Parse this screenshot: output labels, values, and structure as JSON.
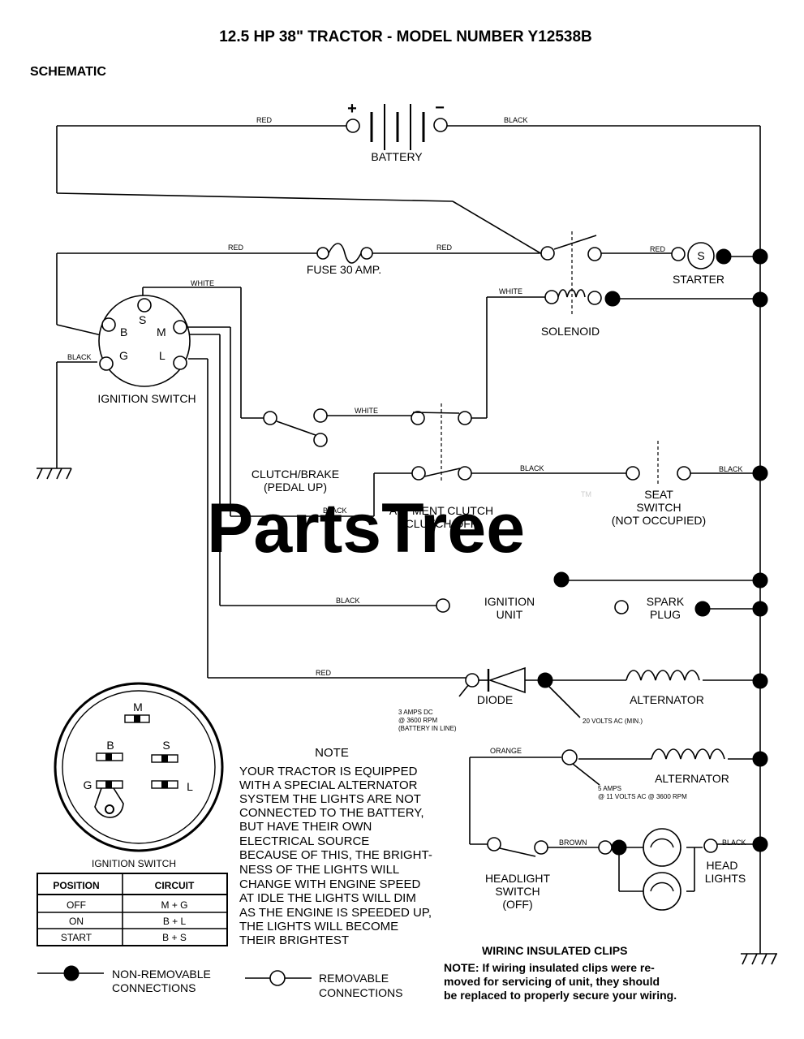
{
  "title": "12.5 HP 38\" TRACTOR - MODEL NUMBER Y12538B",
  "section": "SCHEMATIC",
  "watermark": "PartsTree",
  "trademark": "TM",
  "components": {
    "battery": "BATTERY",
    "battery_plus": "+",
    "battery_minus": "−",
    "fuse": "FUSE 30 AMP.",
    "solenoid": "SOLENOID",
    "starter": "STARTER",
    "starter_symbol": "S",
    "ignition_switch": "IGNITION SWITCH",
    "clutch_brake_1": "CLUTCH/BRAKE",
    "clutch_brake_2": "(PEDAL UP)",
    "attment_1": "ATT'MENT CLUTCH",
    "attment_2": "(CLUTCH OFF)",
    "seat_1": "SEAT",
    "seat_2": "SWITCH",
    "seat_3": "(NOT OCCUPIED)",
    "ignition_unit_1": "IGNITION",
    "ignition_unit_2": "UNIT",
    "spark_plug_1": "SPARK",
    "spark_plug_2": "PLUG",
    "diode": "DIODE",
    "alternator_1": "ALTERNATOR",
    "alternator_2": "ALTERNATOR",
    "headlight_switch_1": "HEADLIGHT",
    "headlight_switch_2": "SWITCH",
    "headlight_switch_3": "(OFF)",
    "head_lights_1": "HEAD",
    "head_lights_2": "LIGHTS"
  },
  "terminals": {
    "B": "B",
    "S": "S",
    "M": "M",
    "G": "G",
    "L": "L"
  },
  "wire_labels": {
    "red_battery": "RED",
    "black_battery": "BLACK",
    "red_fuse_left": "RED",
    "red_fuse_right": "RED",
    "red_starter": "RED",
    "white_ign": "WHITE",
    "white_solenoid": "WHITE",
    "black_ground": "BLACK",
    "white_clutch": "WHITE",
    "black_attment": "BLACK",
    "black_seat_left": "BLACK",
    "black_seat_right": "BLACK",
    "black_ignition_unit": "BLACK",
    "red_diode": "RED",
    "orange": "ORANGE",
    "brown": "BROWN",
    "black_headlights": "BLACK"
  },
  "specs": {
    "diode_1": "3 AMPS DC",
    "diode_2": "@ 3600 RPM",
    "diode_3": "(BATTERY IN LINE)",
    "alt1": "20 VOLTS AC (MIN.)",
    "alt2_1": "5 AMPS",
    "alt2_2": "@ 11 VOLTS AC @ 3600 RPM"
  },
  "note": {
    "heading": "NOTE",
    "lines": [
      "YOUR TRACTOR IS EQUIPPED",
      "WITH A SPECIAL ALTERNATOR",
      "SYSTEM   THE LIGHTS ARE NOT",
      "CONNECTED TO  THE BATTERY,",
      "BUT HAVE THEIR OWN",
      "ELECTRICAL SOURCE",
      "BECAUSE OF THIS, THE BRIGHT-",
      "NESS OF THE LIGHTS WILL",
      "CHANGE WITH ENGINE SPEED",
      "AT IDLE THE LIGHTS WILL DIM",
      "AS THE ENGINE IS SPEEDED UP,",
      "THE LIGHTS WILL BECOME",
      "THEIR BRIGHTEST"
    ]
  },
  "switch_detail": {
    "caption": "IGNITION SWITCH",
    "headers": [
      "POSITION",
      "CIRCUIT"
    ],
    "rows": [
      [
        "OFF",
        "M + G"
      ],
      [
        "ON",
        "B + L"
      ],
      [
        "START",
        "B + S"
      ]
    ]
  },
  "legend": {
    "nonremovable_1": "NON-REMOVABLE",
    "nonremovable_2": "CONNECTIONS",
    "removable_1": "REMOVABLE",
    "removable_2": "CONNECTIONS"
  },
  "clips": {
    "heading": "WIRINC INSULATED CLIPS",
    "line1": "NOTE: If wiring insulated clips  were  re-",
    "line2": "moved  for servicing  of  unit,  they should",
    "line3": "be replaced to properly secure your wiring."
  }
}
